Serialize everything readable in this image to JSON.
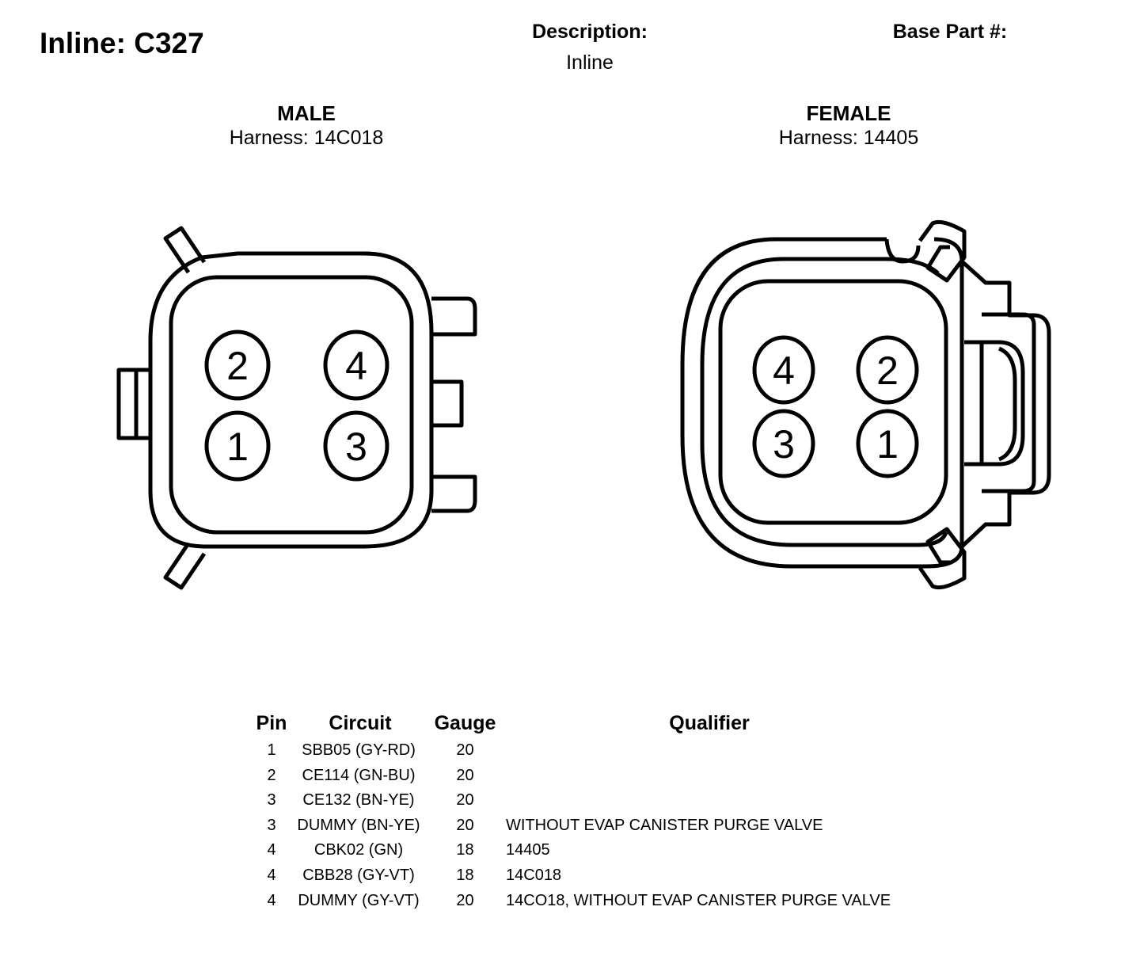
{
  "header": {
    "title": "Inline: C327",
    "description_label": "Description:",
    "description_value": "Inline",
    "base_part_label": "Base Part #:"
  },
  "male": {
    "heading": "MALE",
    "harness": "Harness: 14C018",
    "pins": [
      "2",
      "4",
      "1",
      "3"
    ]
  },
  "female": {
    "heading": "FEMALE",
    "harness": "Harness: 14405",
    "pins": [
      "4",
      "2",
      "3",
      "1"
    ]
  },
  "pin_table": {
    "headers": {
      "pin": "Pin",
      "circuit": "Circuit",
      "gauge": "Gauge",
      "qualifier": "Qualifier"
    },
    "rows": [
      {
        "pin": "1",
        "circuit": "SBB05 (GY-RD)",
        "gauge": "20",
        "qualifier": ""
      },
      {
        "pin": "2",
        "circuit": "CE114 (GN-BU)",
        "gauge": "20",
        "qualifier": ""
      },
      {
        "pin": "3",
        "circuit": "CE132 (BN-YE)",
        "gauge": "20",
        "qualifier": ""
      },
      {
        "pin": "3",
        "circuit": "DUMMY (BN-YE)",
        "gauge": "20",
        "qualifier": "WITHOUT EVAP CANISTER PURGE VALVE"
      },
      {
        "pin": "4",
        "circuit": "CBK02 (GN)",
        "gauge": "18",
        "qualifier": "14405"
      },
      {
        "pin": "4",
        "circuit": "CBB28 (GY-VT)",
        "gauge": "18",
        "qualifier": "14C018"
      },
      {
        "pin": "4",
        "circuit": "DUMMY (GY-VT)",
        "gauge": "20",
        "qualifier": "14CO18, WITHOUT EVAP CANISTER PURGE VALVE"
      }
    ]
  }
}
